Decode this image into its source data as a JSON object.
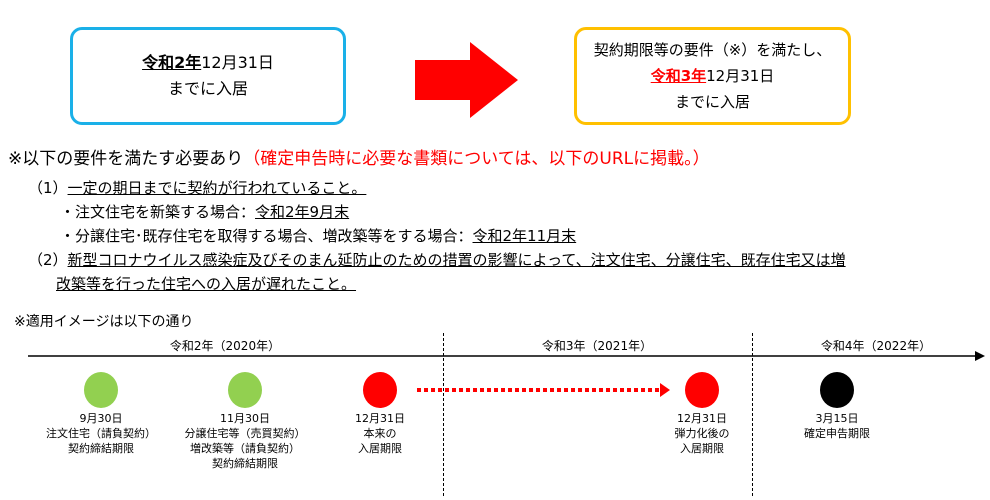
{
  "left_box": {
    "era": "令和2年",
    "date": "12月31日",
    "line2": "までに入居"
  },
  "right_box": {
    "line1": "契約期限等の要件（※）を満たし、",
    "era": "令和3年",
    "date": "12月31日",
    "line3": "までに入居"
  },
  "requirements": {
    "heading": "※以下の要件を満たす必要あり",
    "note": "（確定申告時に必要な書類については、以下のURLに掲載。）",
    "item1_prefix": "（1）",
    "item1": "一定の期日までに契約が行われていること。",
    "sub1_label": "・注文住宅を新築する場合：",
    "sub1_value": "令和2年9月末",
    "sub2_label": "・分譲住宅･既存住宅を取得する場合、増改築等をする場合：",
    "sub2_value": "令和2年11月末",
    "item2_prefix": "（2）",
    "item2_line1": "新型コロナウイルス感染症及びそのまん延防止のための措置の影響によって、注文住宅、分譲住宅、既存住宅又は増",
    "item2_line2": "改築等を行った住宅への入居が遅れたこと。"
  },
  "timeline": {
    "title": "※適用イメージは以下の通り",
    "years": [
      "令和2年（2020年）",
      "令和3年（2021年）",
      "令和4年（2022年）"
    ],
    "events": [
      {
        "lines": [
          "9月30日",
          "注文住宅（請負契約）",
          "契約締結期限"
        ],
        "color": "#92d050"
      },
      {
        "lines": [
          "11月30日",
          "分譲住宅等（売買契約）",
          "増改築等（請負契約）",
          "契約締結期限"
        ],
        "color": "#92d050"
      },
      {
        "lines": [
          "12月31日",
          "本来の",
          "入居期限"
        ],
        "color": "#ff0000"
      },
      {
        "lines": [
          "12月31日",
          "弾力化後の",
          "入居期限"
        ],
        "color": "#ff0000"
      },
      {
        "lines": [
          "3月15日",
          "確定申告期限"
        ],
        "color": "#000000"
      }
    ]
  }
}
